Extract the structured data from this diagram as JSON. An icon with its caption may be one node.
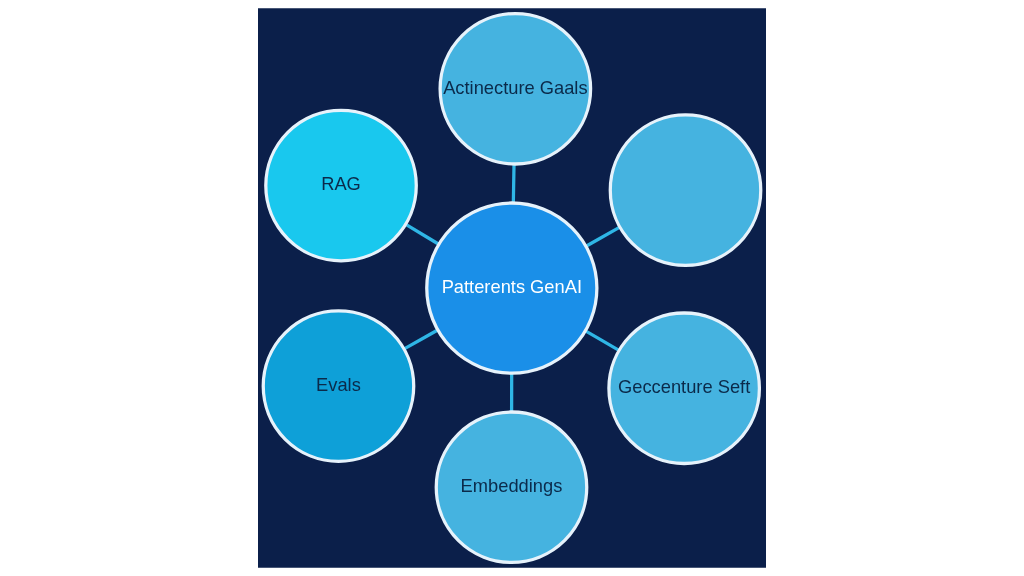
{
  "diagram": {
    "nodes": [
      {
        "text": [
          "Patterents GenAI"
        ]
      },
      {
        "text": [
          "Geccenture Seft"
        ]
      },
      {
        "text": [
          "Embeddings"
        ]
      },
      {
        "text": [
          "RAG"
        ]
      },
      {
        "text": [],
        "shape": "circle"
      },
      {
        "text": [
          "Actinecture Gaals"
        ]
      },
      {
        "text": [
          "Evals"
        ]
      }
    ],
    "edges": [
      {
        "from": 0,
        "to": 1,
        "arrow": "none"
      },
      {
        "from": 0,
        "to": 2,
        "arrow": "none"
      },
      {
        "from": 0,
        "to": 3,
        "arrow": "none"
      },
      {
        "from": 0,
        "to": 4,
        "arrow": "none"
      },
      {
        "from": 0,
        "to": 5,
        "arrow": "none"
      },
      {
        "from": 0,
        "to": 6,
        "arrow": "none"
      }
    ]
  }
}
